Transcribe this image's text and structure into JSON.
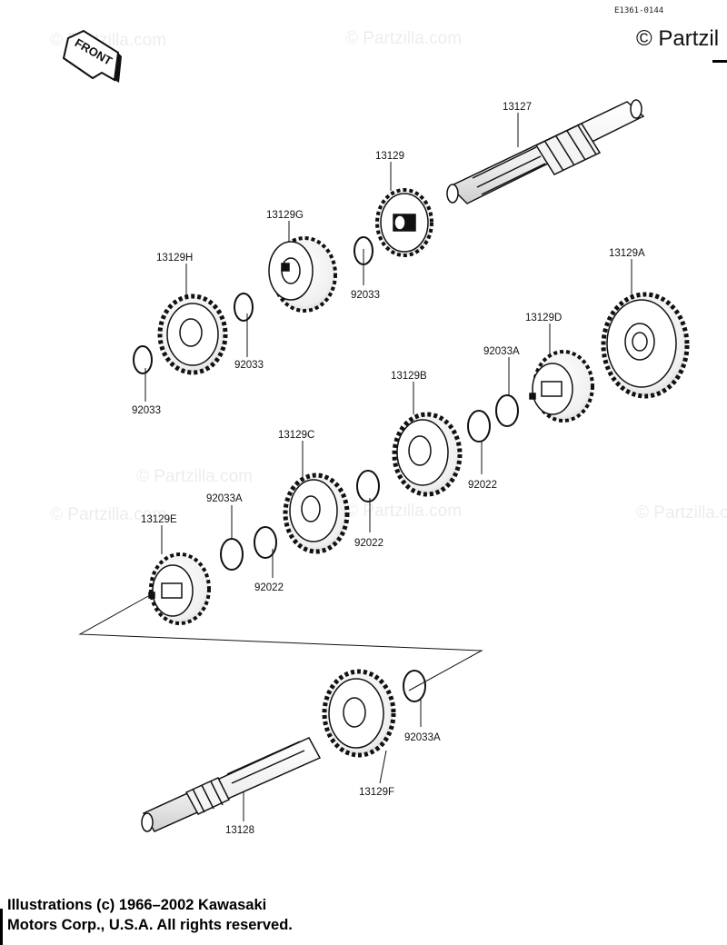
{
  "document": {
    "ref_code": "E1361-0144",
    "front_label": "FRONT",
    "watermark_text": "© Partzilla.com",
    "top_right_logo": "© Partzil",
    "copyright_line1": "Illustrations (c) 1966–2002 Kawasaki",
    "copyright_line2": "Motors Corp., U.S.A.  All rights reserved."
  },
  "parts": {
    "p13127": "13127",
    "p13129": "13129",
    "p13129G": "13129G",
    "p13129H": "13129H",
    "p13129A": "13129A",
    "p13129D": "13129D",
    "p13129B": "13129B",
    "p13129C": "13129C",
    "p13129E": "13129E",
    "p13129F": "13129F",
    "p13128": "13128",
    "p92033_a": "92033",
    "p92033_b": "92033",
    "p92033_c": "92033",
    "p92033A_a": "92033A",
    "p92033A_b": "92033A",
    "p92033A_c": "92033A",
    "p92022_a": "92022",
    "p92022_b": "92022",
    "p92022_c": "92022"
  },
  "colors": {
    "ink": "#111111",
    "paper": "#ffffff"
  }
}
